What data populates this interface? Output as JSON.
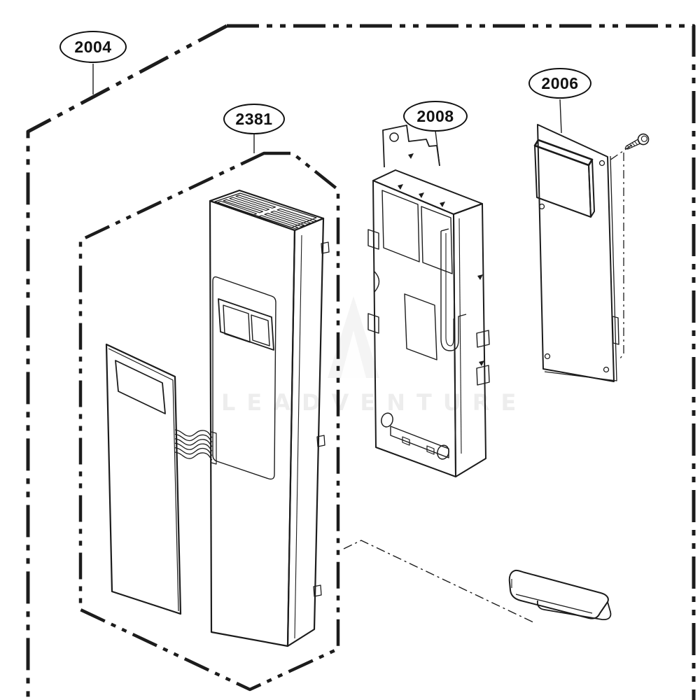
{
  "page": {
    "background": "#ffffff"
  },
  "diagram": {
    "line_color": "#1c1c1c",
    "watermark": "LEADVENTURE",
    "callouts": [
      {
        "label": "2004"
      },
      {
        "label": "2381"
      },
      {
        "label": "2008"
      },
      {
        "label": "2006"
      }
    ]
  }
}
